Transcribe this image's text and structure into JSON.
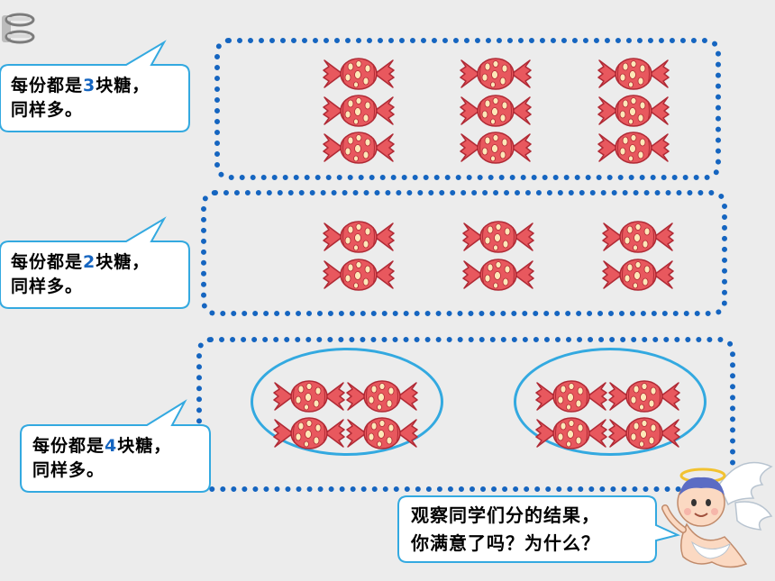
{
  "bubbles": [
    {
      "prefix": "每份都是",
      "number": "3",
      "suffix": "块糖，",
      "line2": "同样多。"
    },
    {
      "prefix": "每份都是",
      "number": "2",
      "suffix": "块糖，",
      "line2": "同样多。"
    },
    {
      "prefix": "每份都是",
      "number": "4",
      "suffix": "块糖，",
      "line2": "同样多。"
    }
  ],
  "speech": {
    "line1": "观察同学们分的结果，",
    "line2": "你满意了吗？为什么？"
  },
  "groups": [
    {
      "candies_per_share": 3,
      "shares": 3
    },
    {
      "candies_per_share": 2,
      "shares": 3
    },
    {
      "candies_per_share": 4,
      "shares": 2
    }
  ],
  "colors": {
    "candy_fill": "#e8585e",
    "candy_dots": "#fde8b8",
    "dotted_border": "#1565c0",
    "bubble_border": "#33a9e0",
    "number_highlight": "#1565c0"
  },
  "icons": [
    "binder-rings-icon",
    "candy-icon",
    "angel-icon"
  ]
}
